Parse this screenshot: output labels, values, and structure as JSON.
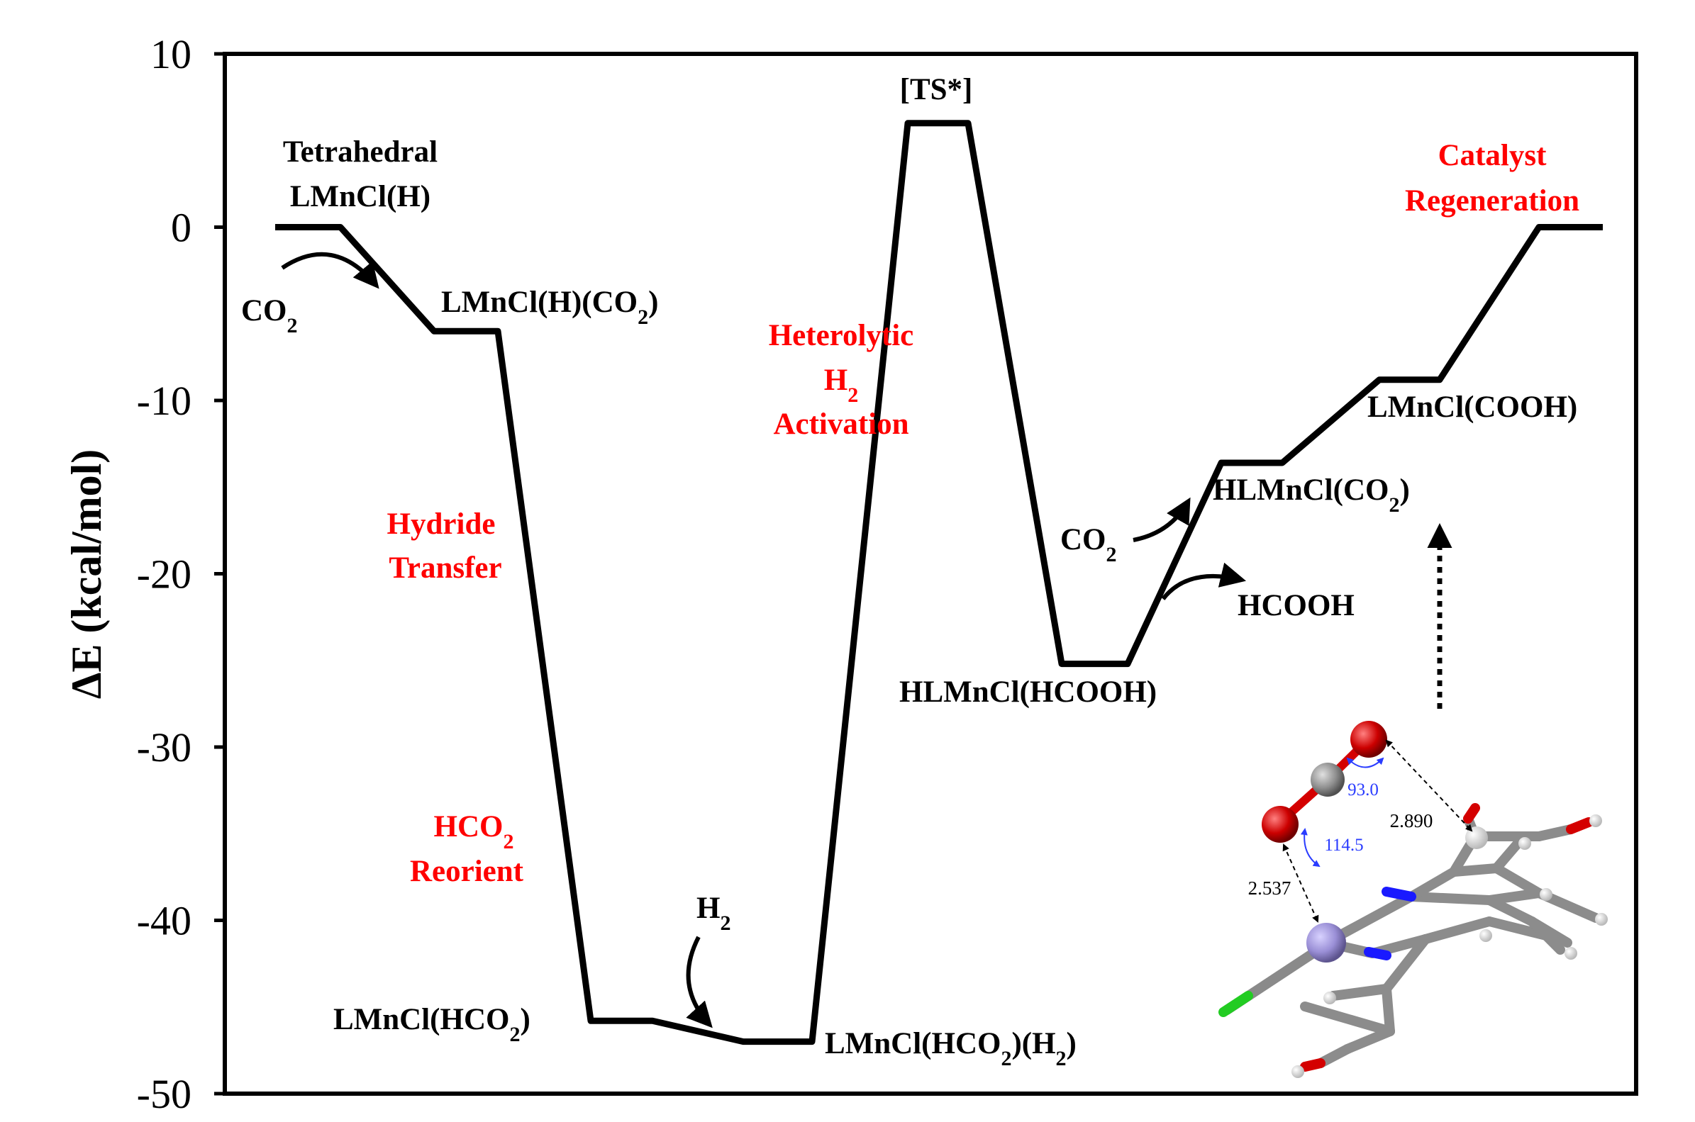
{
  "chart_data": {
    "type": "line",
    "ylabel": "ΔE (kcal/mol)",
    "ylim": [
      -50,
      10
    ],
    "yticks": [
      "10",
      "0",
      "-10",
      "-20",
      "-30",
      "-40",
      "-50"
    ],
    "grid": false,
    "series": [
      {
        "values": [
          0,
          0,
          -6,
          -6,
          -45.8,
          -45.8,
          -47,
          -47,
          6,
          6,
          -25.2,
          -25.2,
          -13.6,
          -13.6,
          -8.8,
          -8.8,
          0,
          0
        ]
      }
    ],
    "states": [
      {
        "label": "Tetrahedral",
        "sub": "",
        "label2": "LMnCl(H)",
        "sub2": "",
        "after": ""
      },
      {
        "label": "LMnCl(H)(CO",
        "sub": "2",
        "after": ")"
      },
      {
        "label": "LMnCl(HCO",
        "sub": "2",
        "after": ")"
      },
      {
        "label": "LMnCl(HCO",
        "sub": "2",
        "after": ")(H",
        "sub2": "2",
        "after2": ")"
      },
      {
        "label": "[TS*]"
      },
      {
        "label": "HLMnCl(HCOOH)"
      },
      {
        "label": "HLMnCl(CO",
        "sub": "2",
        "after": ")"
      },
      {
        "label": "LMnCl(COOH)"
      }
    ],
    "annotations": {
      "hydride_1": "Hydride",
      "hydride_2": "Transfer",
      "reorient_1": "HCO",
      "reorient_sub": "2",
      "reorient_2": "Reorient",
      "hetero_1": "Heterolytic",
      "hetero_2": "H",
      "hetero_sub": "2",
      "hetero_3": "Activation",
      "regen_1": "Catalyst",
      "regen_2": "Regeneration"
    },
    "reagents": {
      "co2_in_1": "CO",
      "co2_in_1_sub": "2",
      "h2_in": "H",
      "h2_in_sub": "2",
      "co2_in_2": "CO",
      "co2_in_2_sub": "2",
      "hcooh_out": "HCOOH"
    },
    "molecule_labels": {
      "dist_1": "2.890",
      "dist_2": "2.537",
      "angle_1": "93.0",
      "angle_2": "114.5"
    },
    "colors": {
      "line": "#000000",
      "annotation": "#ff0000",
      "oxygen": "#d40000",
      "carbon": "#8c8c8c",
      "manganese": "#9a8fd6",
      "nitrogen": "#1a1aff",
      "chlorine": "#22cc22",
      "angle_text": "#2a3cff"
    }
  }
}
